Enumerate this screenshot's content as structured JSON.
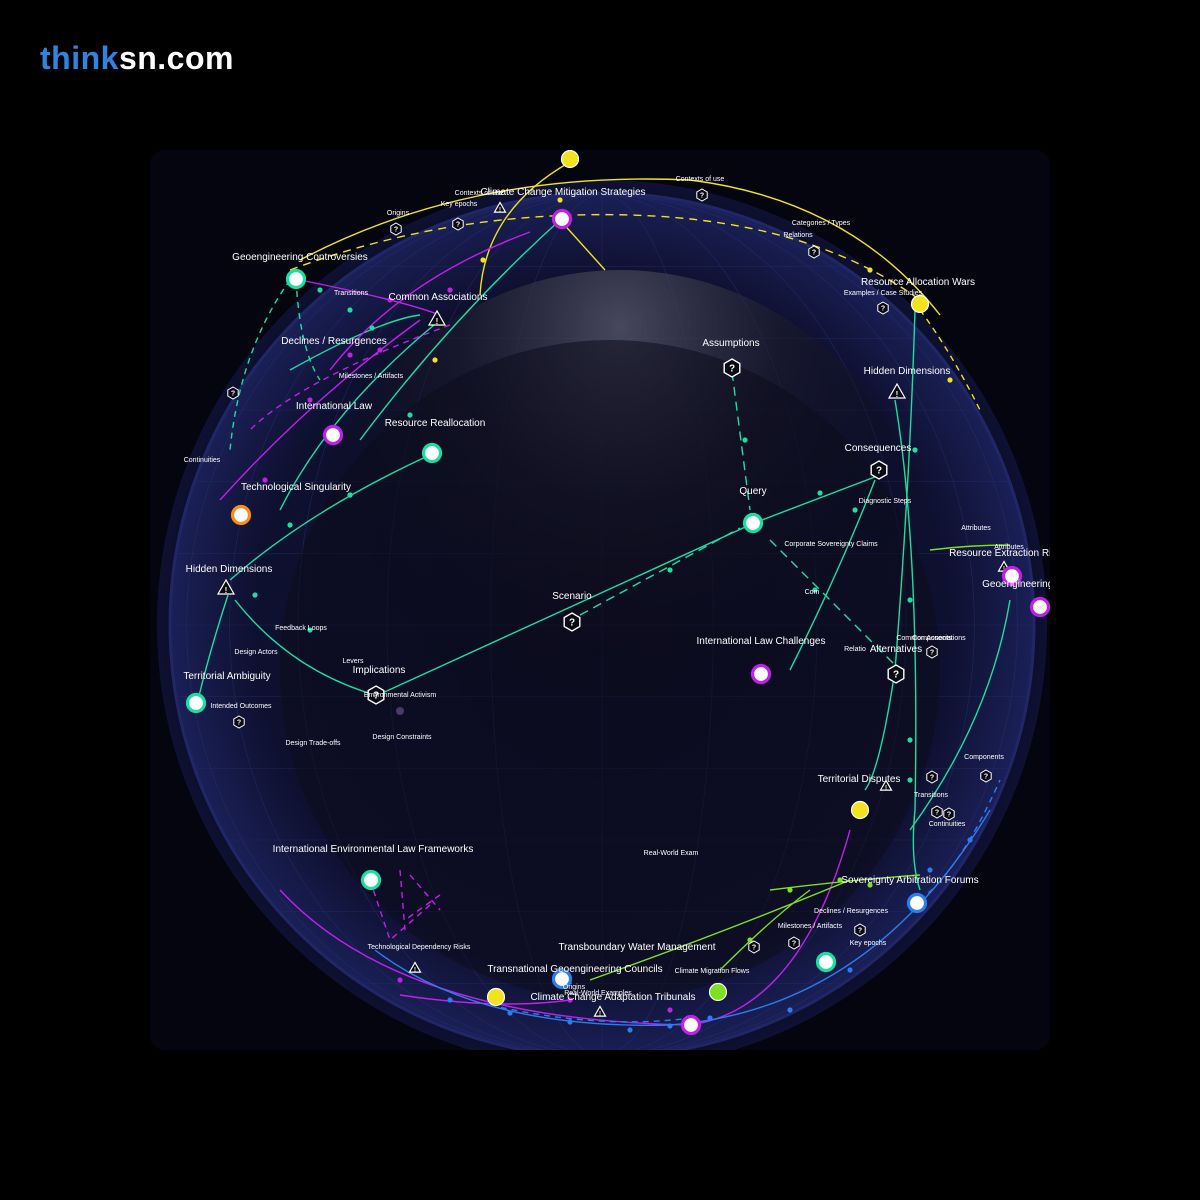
{
  "brand": {
    "part1": "think",
    "part2": "sn.com"
  },
  "colors": {
    "yellow": "#f2e21f",
    "green": "#18e0a0",
    "magenta": "#c020e8",
    "blue": "#2a7ef0",
    "lime": "#7ee020",
    "white": "#ffffff"
  },
  "big_labels": [
    "Climate Change Mitigation Strategies",
    "Geoengineering Controversies",
    "Common Associations",
    "Declines / Resurgences",
    "International Law",
    "Resource Reallocation",
    "Technological Singularity",
    "Hidden Dimensions",
    "Territorial Ambiguity",
    "Implications",
    "Scenario",
    "Assumptions",
    "Query",
    "Consequences",
    "Resource Allocation Wars",
    "International Law Challenges",
    "Alternatives",
    "Territorial Disputes",
    "International Environmental Law Frameworks",
    "Transboundary Water Management",
    "Transnational Geoengineering Councils",
    "Climate Change Adaptation Tribunals",
    "Resource Extraction Rig",
    "Geoengineering G",
    "Sovereignty Arbitration Forums",
    "Hidden Dimensions"
  ],
  "small_labels": [
    "Contexts of use",
    "Key epochs",
    "Origins",
    "Categories / Types",
    "Relations",
    "Examples / Case Studies",
    "Transitions",
    "Milestones / Artifacts",
    "Continuities",
    "Attributes",
    "Components",
    "Feedback Loops",
    "Design Actors",
    "Levers",
    "Environmental Activism",
    "Intended Outcomes",
    "Design Constraints",
    "Design Trade-offs",
    "Corporate Sovereignty Claims",
    "Attributes",
    "Common Associations",
    "Components",
    "Transitions",
    "Continuities",
    "Declines / Resurgences",
    "Milestones / Artifacts",
    "Key epochs",
    "Climate Migration Flows",
    "Origins",
    "Technological Dependency Risks",
    "Real-World Examples",
    "Real-World Exam",
    "Diagnostic Steps",
    "Contexts of use",
    "Com",
    "Relatio",
    "Exampl"
  ]
}
